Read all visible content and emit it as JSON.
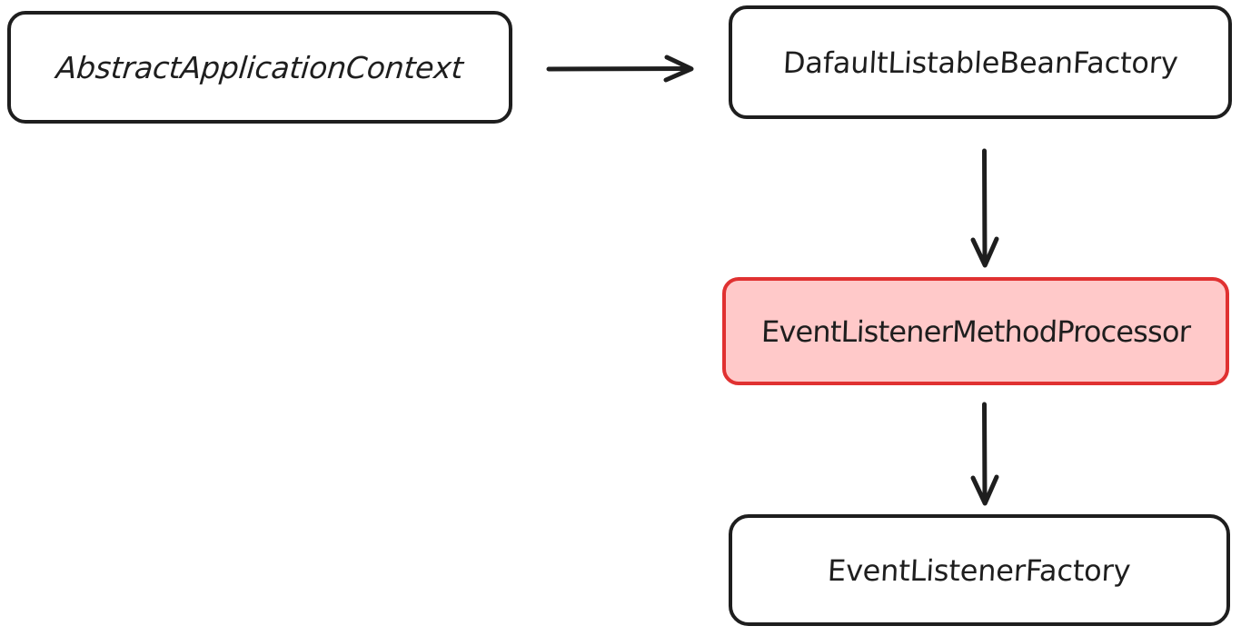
{
  "diagram": {
    "type": "flowchart",
    "title": "",
    "background_color": "#ffffff",
    "default_stroke_color": "#1e1e1e",
    "highlight_border_color": "#e03131",
    "highlight_fill_color": "#ffc9c9",
    "nodes": [
      {
        "id": "abstract-application-context",
        "label": "AbstractApplicationContext",
        "shape": "rounded-rectangle",
        "fill": "#ffffff",
        "border_color": "#1e1e1e",
        "highlighted": false
      },
      {
        "id": "default-listable-bean-factory",
        "label": "DafaultListableBeanFactory",
        "shape": "rounded-rectangle",
        "fill": "#ffffff",
        "border_color": "#1e1e1e",
        "highlighted": false
      },
      {
        "id": "event-listener-method-processor",
        "label": "EventListenerMethodProcessor",
        "shape": "rounded-rectangle",
        "fill": "#ffc9c9",
        "border_color": "#e03131",
        "highlighted": true
      },
      {
        "id": "event-listener-factory",
        "label": "EventListenerFactory",
        "shape": "rounded-rectangle",
        "fill": "#ffffff",
        "border_color": "#1e1e1e",
        "highlighted": false
      }
    ],
    "edges": [
      {
        "id": "context-to-factory",
        "from": "abstract-application-context",
        "to": "default-listable-bean-factory",
        "direction": "right",
        "label": "",
        "arrowhead": "triangle"
      },
      {
        "id": "factory-to-processor",
        "from": "default-listable-bean-factory",
        "to": "event-listener-method-processor",
        "direction": "down",
        "label": "",
        "arrowhead": "triangle"
      },
      {
        "id": "processor-to-listener-factory",
        "from": "event-listener-method-processor",
        "to": "event-listener-factory",
        "direction": "down",
        "label": "",
        "arrowhead": "triangle"
      }
    ]
  }
}
